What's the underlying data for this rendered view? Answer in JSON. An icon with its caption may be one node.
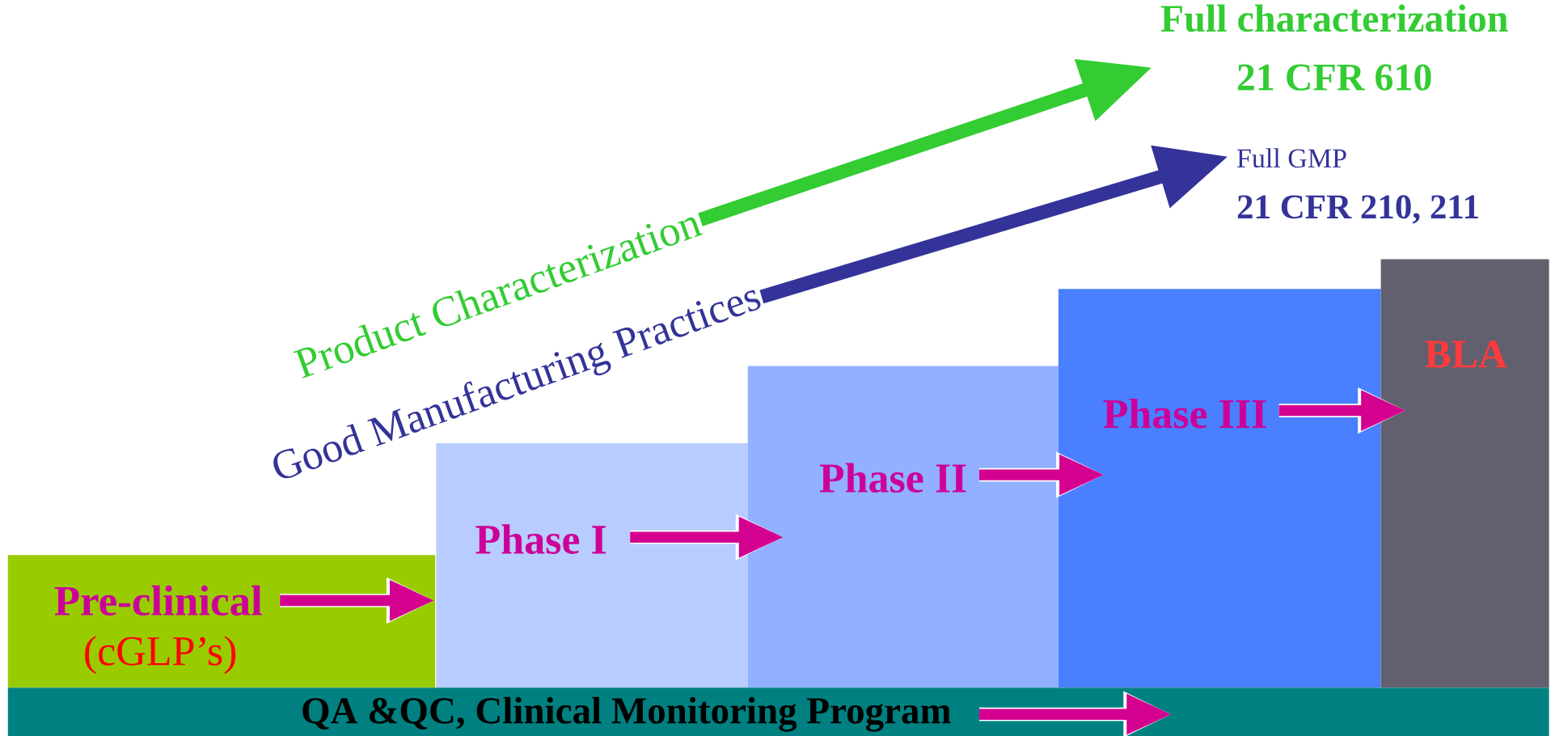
{
  "diagram": {
    "nodes": [
      {
        "text": [
          "Pre-clinical",
          "(cGLP’s)"
        ]
      },
      {
        "text": [
          "Phase I"
        ]
      },
      {
        "text": [
          "Phase II"
        ]
      },
      {
        "text": [
          "Phase III"
        ]
      },
      {
        "text": [
          "BLA"
        ]
      },
      {
        "text": [
          "QA &QC, Clinical Monitoring Program"
        ]
      },
      {
        "text": [
          "Product Characterization"
        ]
      },
      {
        "text": [
          "Full characterization",
          "21 CFR 610"
        ]
      },
      {
        "text": [
          "Good Manufacturing Practices"
        ]
      },
      {
        "text": [
          "Full GMP",
          "21 CFR 210, 211"
        ]
      }
    ],
    "edges": [
      {
        "from": 0,
        "to": 1,
        "arrow": "to"
      },
      {
        "from": 1,
        "to": 2,
        "arrow": "to"
      },
      {
        "from": 2,
        "to": 3,
        "arrow": "to"
      },
      {
        "from": 3,
        "to": 4,
        "arrow": "to"
      },
      {
        "from": 6,
        "to": 7,
        "arrow": "to",
        "color": "#33cc33"
      },
      {
        "from": 8,
        "to": 9,
        "arrow": "to",
        "color": "#333399"
      }
    ]
  }
}
